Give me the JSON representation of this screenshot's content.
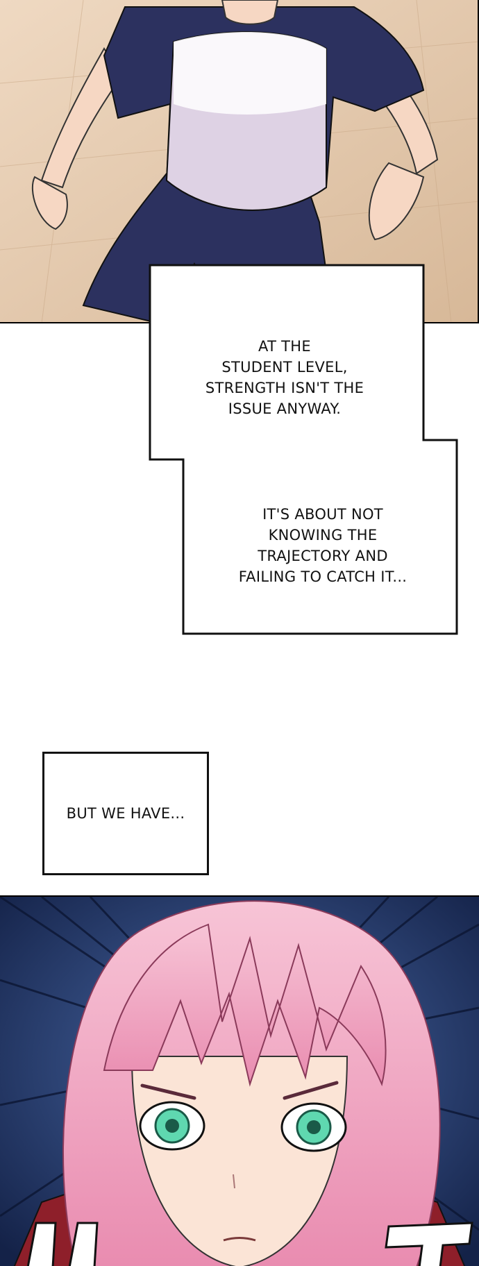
{
  "captions": {
    "box1": [
      "AT THE",
      "STUDENT LEVEL,",
      "STRENGTH ISN'T THE",
      "ISSUE ANYWAY."
    ],
    "box2": [
      "IT'S ABOUT NOT",
      "KNOWING THE",
      "TRAJECTORY AND",
      "FAILING TO CATCH IT..."
    ],
    "box3": [
      "BUT WE HAVE..."
    ]
  },
  "panels": {
    "top": {
      "image": "boy-in-baseball-tee-crouching-illustration"
    },
    "bottom": {
      "image": "pink-haired-girl-closeup-illustration"
    }
  },
  "colors": {
    "floor": "#e4c9ae",
    "shirt_sleeve": "#2c315f",
    "shirt_body": "#ded2e4",
    "skin": "#f6d7c3",
    "hair": "#f2a6c2",
    "eyes": "#5fd8b0",
    "speedlines_bg": "#1d2d55"
  }
}
